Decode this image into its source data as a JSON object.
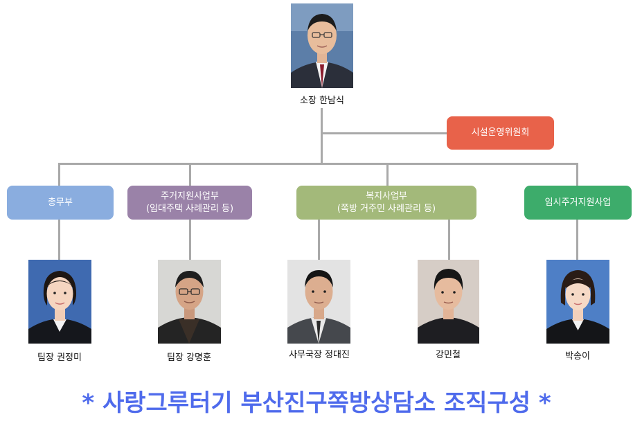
{
  "director": {
    "caption": "소장 한남식"
  },
  "committee": {
    "label": "시설운영위원회",
    "color": "#e8624a"
  },
  "departments": [
    {
      "line1": "총무부",
      "line2": "",
      "color": "#8aaddf"
    },
    {
      "line1": "주거지원사업부",
      "line2": "(임대주택 사례관리 등)",
      "color": "#9a82a8"
    },
    {
      "line1": "복지사업부",
      "line2": "(쪽방 거주민 사례관리 등)",
      "color": "#a3b97a"
    },
    {
      "line1": "임시주거지원사업",
      "line2": "",
      "color": "#3dac6b"
    }
  ],
  "staff": [
    {
      "caption": "팀장 권정미"
    },
    {
      "caption": "팀장 강명훈"
    },
    {
      "caption": "사무국장 정대진"
    },
    {
      "caption": "강민철"
    },
    {
      "caption": "박송이"
    }
  ],
  "footer": {
    "title": "* 사랑그루터기 부산진구쪽방상담소 조직구성 *",
    "color": "#4f6bec"
  }
}
